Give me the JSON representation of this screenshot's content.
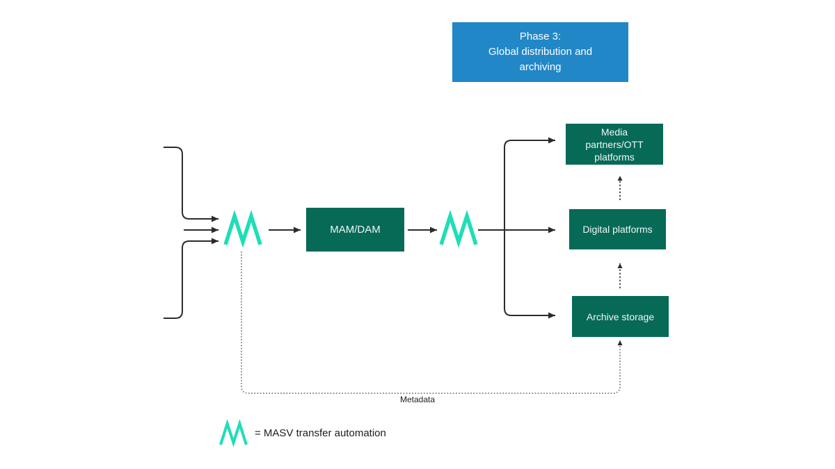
{
  "banner": {
    "lines": [
      "Phase 3:",
      "Global distribution and",
      "archiving"
    ]
  },
  "nodes": {
    "mam_dam": {
      "label": "MAM/DAM"
    },
    "media_partners": {
      "label": "Media partners/OTT platforms"
    },
    "digital_platforms": {
      "label": "Digital platforms"
    },
    "archive_storage": {
      "label": "Archive storage"
    }
  },
  "edge_labels": {
    "metadata": "Metadata"
  },
  "legend": {
    "text": "= MASV transfer automation"
  },
  "icons": {
    "masv_logo": "masv-m-zigzag"
  },
  "colors": {
    "banner_bg": "#2287C7",
    "banner_text": "#FFFFFF",
    "node_bg": "#066A57",
    "node_text": "#F2F6F5",
    "masv_teal": "#1EDEB6",
    "arrow": "#2B2B2B",
    "dotted_gray": "#8F8F8F",
    "dotted_dark": "#555555",
    "label_text": "#1C1C1C"
  }
}
